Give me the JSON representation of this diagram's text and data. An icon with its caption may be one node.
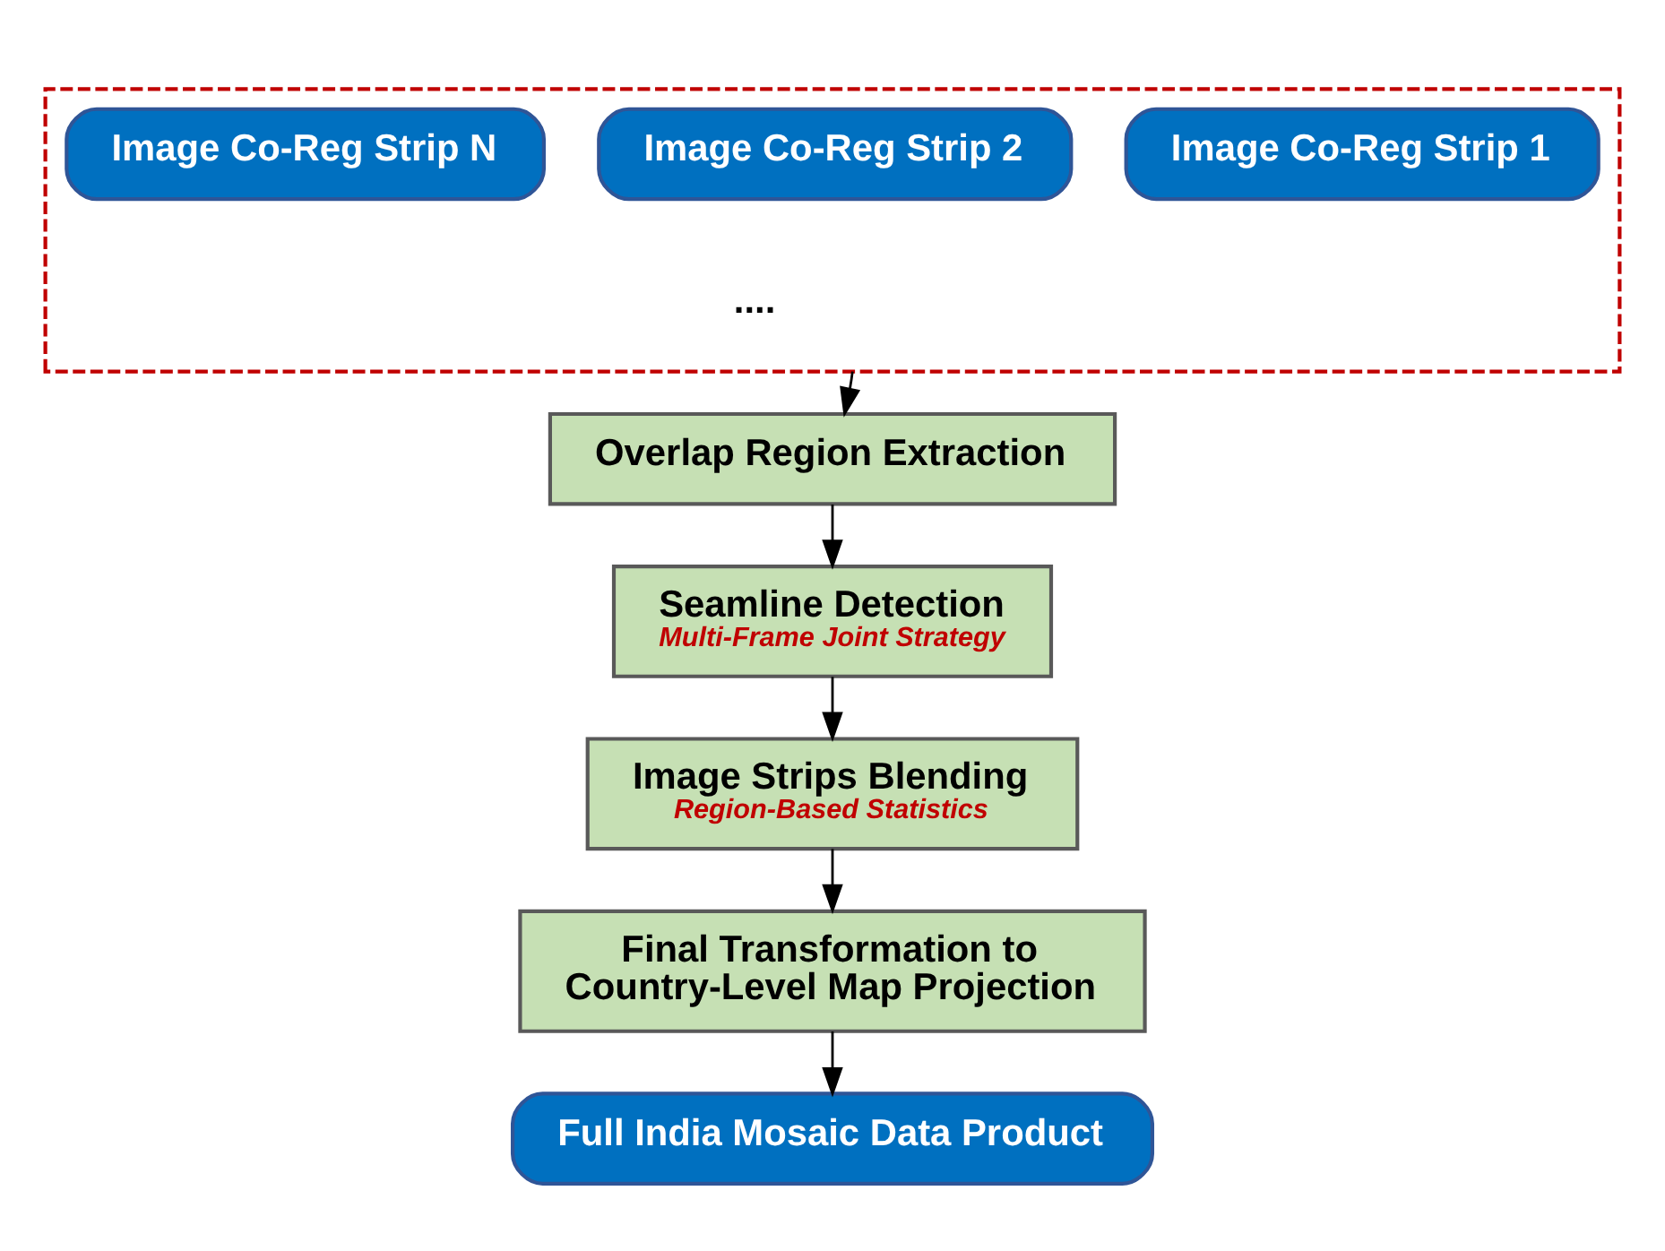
{
  "diagram": {
    "nodes": [
      {
        "text": [],
        "shape": "box"
      },
      {
        "text": [
          "Image Co-Reg Strip 1"
        ],
        "in": 0
      },
      {
        "text": [
          "Image Co-Reg Strip 2"
        ],
        "in": 0
      },
      {
        "text": [
          "Image Co-Reg Strip N"
        ],
        "in": 0
      },
      {
        "text": [
          "Overlap Region Extraction"
        ]
      },
      {
        "text": [
          "Seamline Detection",
          "Multi-Frame Joint Strategy"
        ]
      },
      {
        "text": [
          "Image Strips Blending",
          "Region-Based Statistics"
        ]
      },
      {
        "text": [
          "Final Transformation to Country-Level Map Projection"
        ]
      },
      {
        "text": [
          "Full India Mosaic Data Product"
        ]
      }
    ],
    "edges": [
      {
        "from": 0,
        "to": 4,
        "arrow": "to"
      },
      {
        "from": 4,
        "to": 5,
        "arrow": "to"
      },
      {
        "from": 5,
        "to": 6,
        "arrow": "to"
      },
      {
        "from": 6,
        "to": 7,
        "arrow": "to"
      },
      {
        "from": 7,
        "to": 8,
        "arrow": "to"
      }
    ],
    "labels": [
      "...."
    ]
  }
}
